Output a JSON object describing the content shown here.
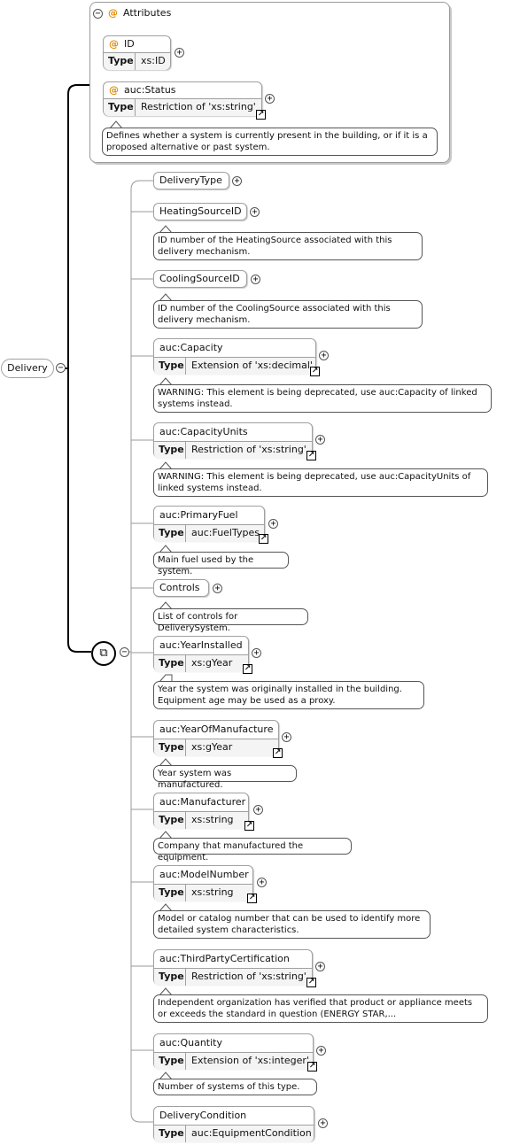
{
  "root": {
    "label": "Delivery"
  },
  "attributes": {
    "title": "Attributes",
    "items": [
      {
        "name": "ID",
        "type_key": "Type",
        "type": "xs:ID"
      },
      {
        "name": "auc:Status",
        "type_key": "Type",
        "type": "Restriction of 'xs:string'",
        "doc": "Defines whether a system is currently present in the building, or if it is a proposed alternative or past system."
      }
    ]
  },
  "elements": {
    "delivery_type": {
      "name": "DeliveryType"
    },
    "heating_source_id": {
      "name": "HeatingSourceID",
      "doc": "ID number of the HeatingSource associated with this delivery mechanism."
    },
    "cooling_source_id": {
      "name": "CoolingSourceID",
      "doc": "ID number of the CoolingSource associated with this delivery mechanism."
    },
    "capacity": {
      "name": "auc:Capacity",
      "type_key": "Type",
      "type": "Extension of 'xs:decimal'",
      "doc": "WARNING: This element is being deprecated, use auc:Capacity of linked systems instead."
    },
    "capacity_units": {
      "name": "auc:CapacityUnits",
      "type_key": "Type",
      "type": "Restriction of 'xs:string'",
      "doc": "WARNING: This element is being deprecated, use auc:CapacityUnits of linked systems instead."
    },
    "primary_fuel": {
      "name": "auc:PrimaryFuel",
      "type_key": "Type",
      "type": "auc:FuelTypes",
      "doc": "Main fuel used by the system."
    },
    "controls": {
      "name": "Controls",
      "doc": "List of controls for DeliverySystem."
    },
    "year_installed": {
      "name": "auc:YearInstalled",
      "type_key": "Type",
      "type": "xs:gYear",
      "doc": "Year the system was originally installed in the building. Equipment age may be used as a proxy."
    },
    "year_of_manufacture": {
      "name": "auc:YearOfManufacture",
      "type_key": "Type",
      "type": "xs:gYear",
      "doc": "Year system was manufactured."
    },
    "manufacturer": {
      "name": "auc:Manufacturer",
      "type_key": "Type",
      "type": "xs:string",
      "doc": "Company that manufactured the equipment."
    },
    "model_number": {
      "name": "auc:ModelNumber",
      "type_key": "Type",
      "type": "xs:string",
      "doc": "Model or catalog number that can be used to identify more detailed system characteristics."
    },
    "third_party_certification": {
      "name": "auc:ThirdPartyCertification",
      "type_key": "Type",
      "type": "Restriction of 'xs:string'",
      "doc": "Independent organization has verified that product or appliance meets or exceeds the standard in question (ENERGY STAR,..."
    },
    "quantity": {
      "name": "auc:Quantity",
      "type_key": "Type",
      "type": "Extension of 'xs:integer'",
      "doc": "Number of systems of this type."
    },
    "delivery_condition": {
      "name": "DeliveryCondition",
      "type_key": "Type",
      "type": "auc:EquipmentCondition"
    }
  },
  "icons": {
    "collapse": "minus-circle-icon",
    "expand": "plus-circle-icon",
    "link": "arrow-link-icon",
    "sequence": "sequence-compositor-icon"
  },
  "colors": {
    "attribute_marker": "#e08a00",
    "connector": "#000000",
    "box_border": "#a0a0a0",
    "type_row": "#f4f4f4"
  }
}
